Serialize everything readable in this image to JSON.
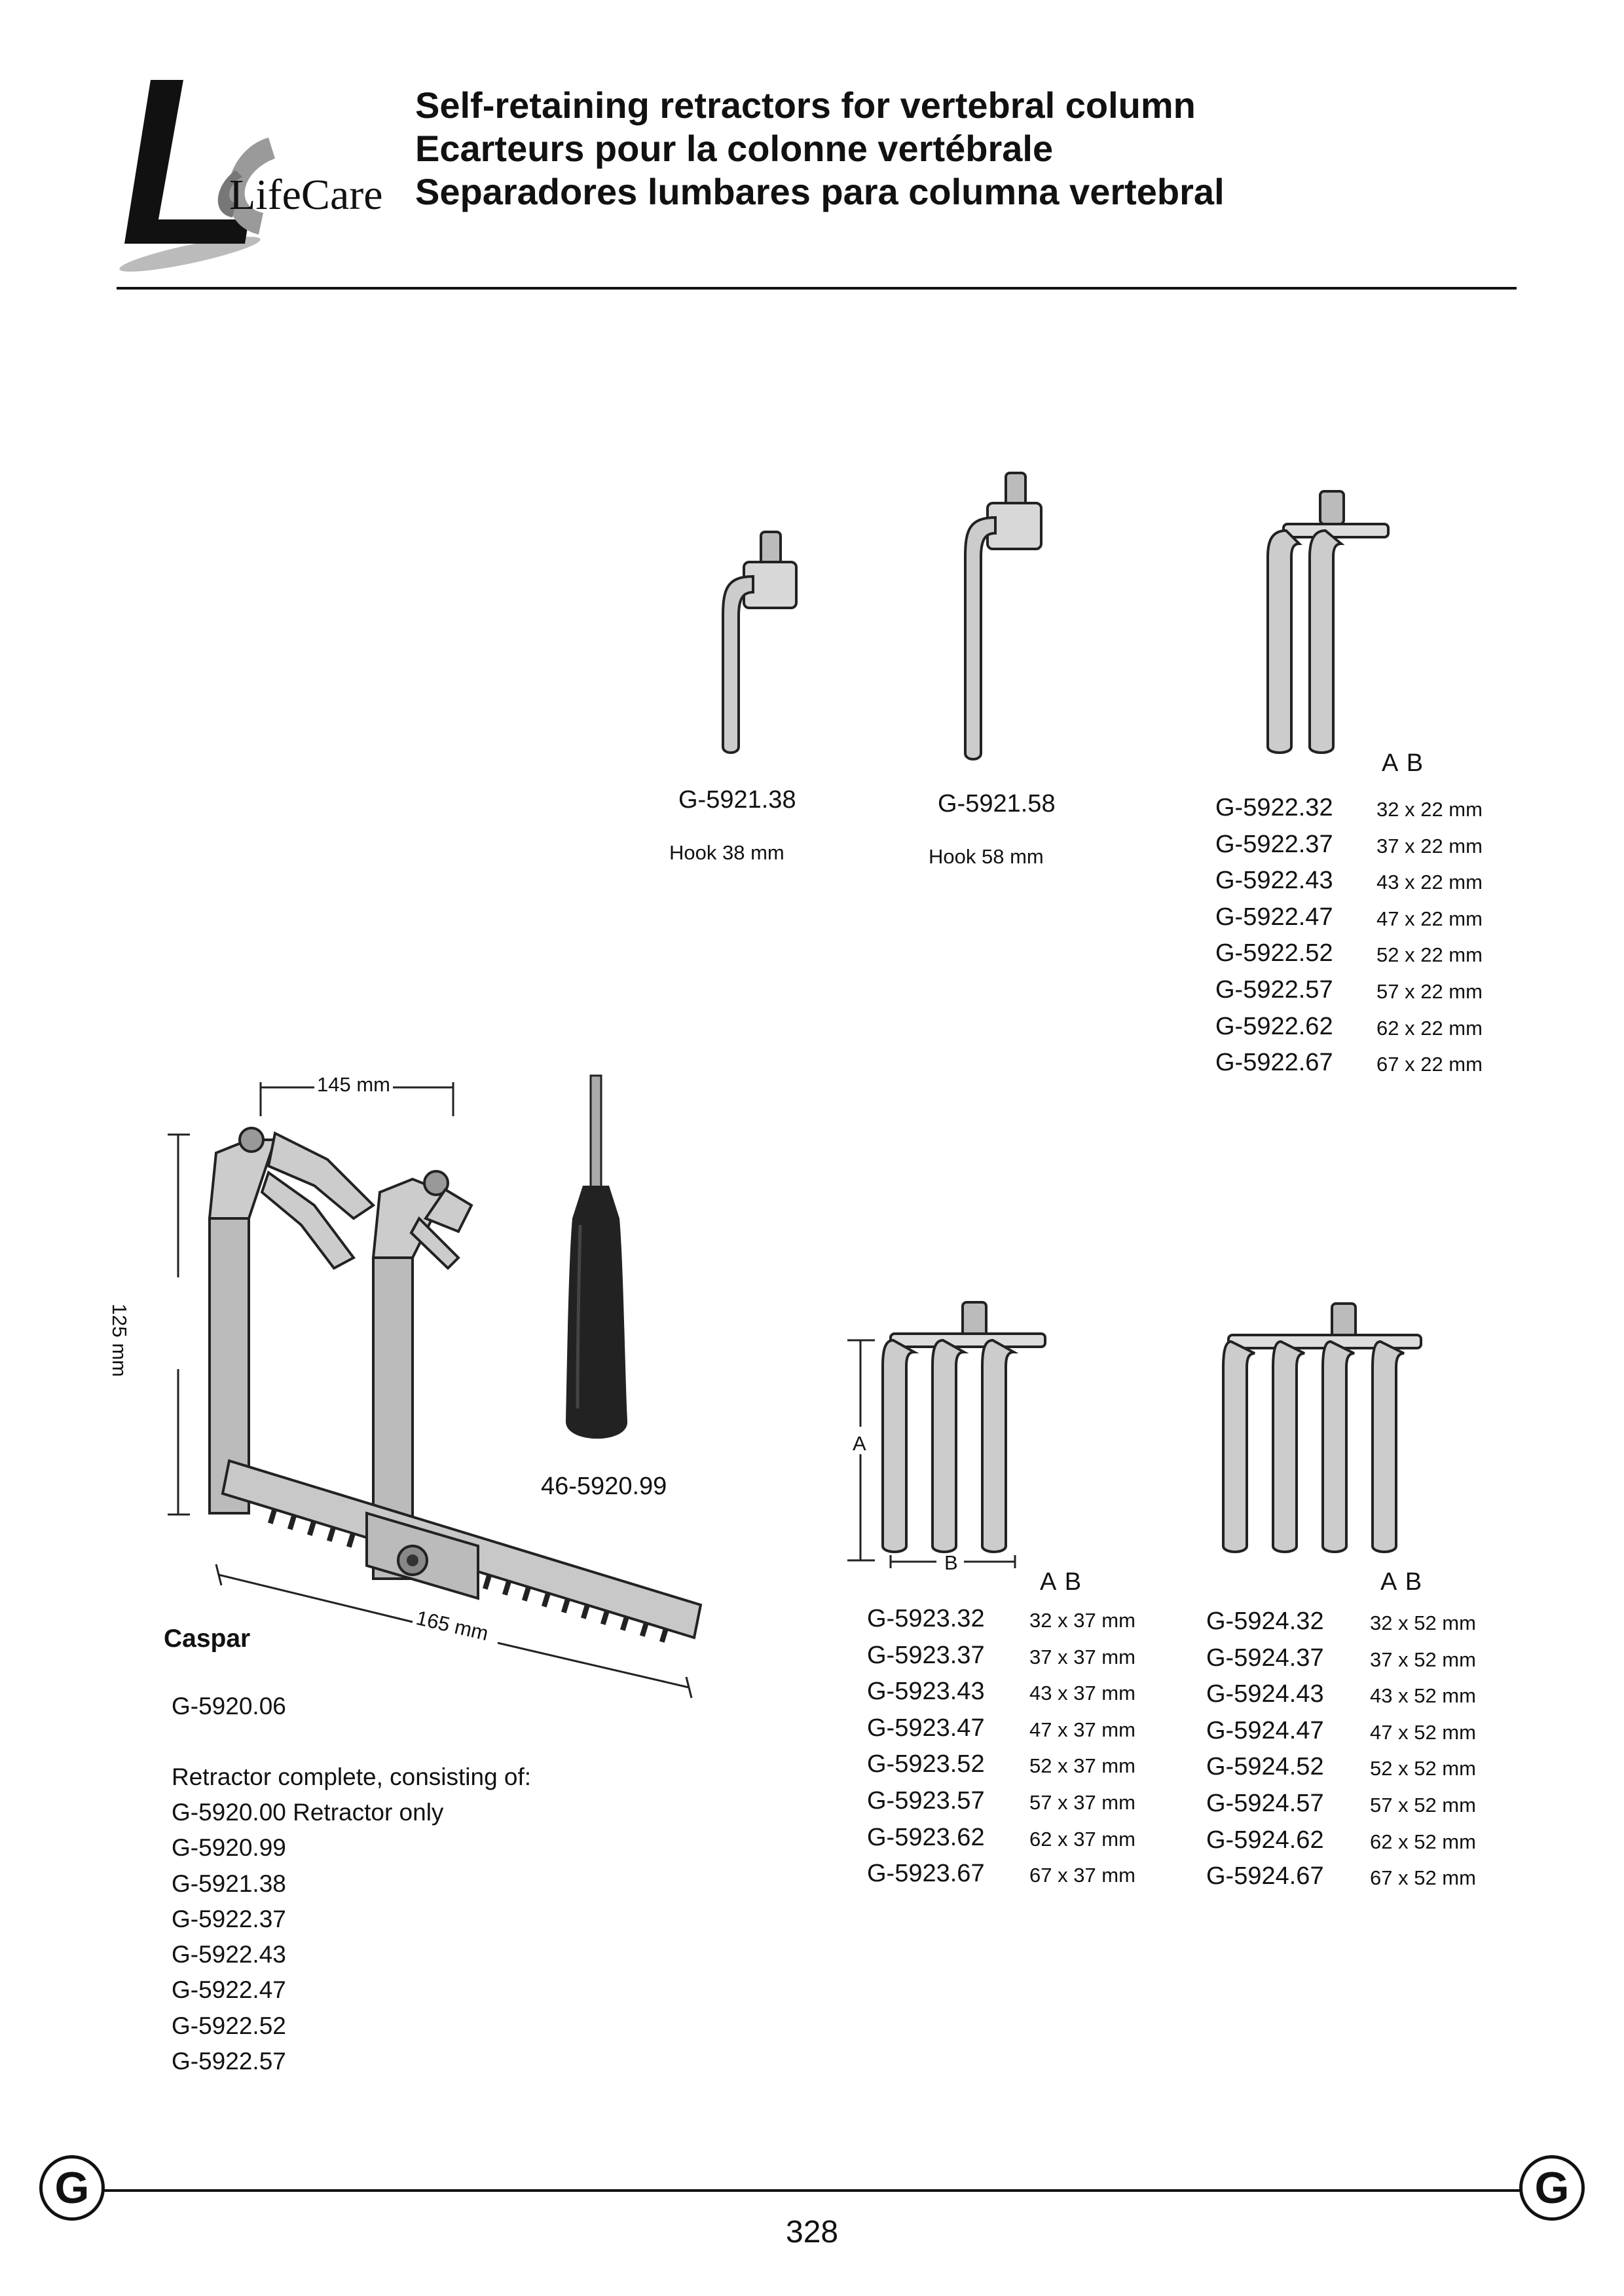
{
  "logo": {
    "letters": "Lc",
    "brand": "LifeCare"
  },
  "header": {
    "title_en": "Self-retaining retractors for vertebral column",
    "title_fr": "Ecarteurs pour la colonne vertébrale",
    "title_es": "Separadores lumbares para columna vertebral"
  },
  "hooks": [
    {
      "code": "G-5921.38",
      "desc": "Hook 38 mm"
    },
    {
      "code": "G-5921.58",
      "desc": "Hook 58 mm"
    }
  ],
  "blade_2": {
    "header": "A  B",
    "rows": [
      {
        "code": "G-5922.32",
        "size": "32 x 22 mm"
      },
      {
        "code": "G-5922.37",
        "size": "37 x 22 mm"
      },
      {
        "code": "G-5922.43",
        "size": "43 x 22 mm"
      },
      {
        "code": "G-5922.47",
        "size": "47 x 22 mm"
      },
      {
        "code": "G-5922.52",
        "size": "52 x 22 mm"
      },
      {
        "code": "G-5922.57",
        "size": "57 x 22 mm"
      },
      {
        "code": "G-5922.62",
        "size": "62 x 22 mm"
      },
      {
        "code": "G-5922.67",
        "size": "67 x 22 mm"
      }
    ]
  },
  "blade_3": {
    "header": "A  B",
    "dim_a": "A",
    "dim_b": "B",
    "rows": [
      {
        "code": "G-5923.32",
        "size": "32 x 37 mm"
      },
      {
        "code": "G-5923.37",
        "size": "37 x 37 mm"
      },
      {
        "code": "G-5923.43",
        "size": "43 x 37 mm"
      },
      {
        "code": "G-5923.47",
        "size": "47 x 37 mm"
      },
      {
        "code": "G-5923.52",
        "size": "52 x 37 mm"
      },
      {
        "code": "G-5923.57",
        "size": "57 x 37 mm"
      },
      {
        "code": "G-5923.62",
        "size": "62 x 37 mm"
      },
      {
        "code": "G-5923.67",
        "size": "67 x 37 mm"
      }
    ]
  },
  "blade_4": {
    "header": "A  B",
    "rows": [
      {
        "code": "G-5924.32",
        "size": "32 x 52 mm"
      },
      {
        "code": "G-5924.37",
        "size": "37 x 52 mm"
      },
      {
        "code": "G-5924.43",
        "size": "43 x 52 mm"
      },
      {
        "code": "G-5924.47",
        "size": "47 x 52 mm"
      },
      {
        "code": "G-5924.52",
        "size": "52 x 52 mm"
      },
      {
        "code": "G-5924.57",
        "size": "57 x 52 mm"
      },
      {
        "code": "G-5924.62",
        "size": "62 x 52 mm"
      },
      {
        "code": "G-5924.67",
        "size": "67 x 52 mm"
      }
    ]
  },
  "retractor": {
    "dim_width": "145 mm",
    "dim_height": "125 mm",
    "dim_rack": "165 mm",
    "screwdriver_code": "46-5920.99",
    "name": "Caspar",
    "code": "G-5920.06",
    "complete_label": "Retractor complete, consisting of:",
    "components": [
      "G-5920.00 Retractor only",
      "G-5920.99",
      "G-5921.38",
      "G-5922.37",
      "G-5922.43",
      "G-5922.47",
      "G-5922.52",
      "G-5922.57"
    ]
  },
  "footer": {
    "section_letter": "G",
    "page_number": "328"
  }
}
